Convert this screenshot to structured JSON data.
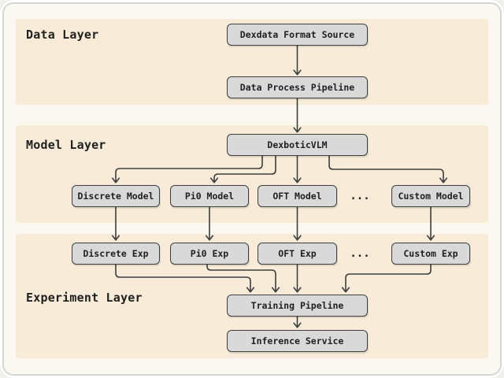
{
  "colors": {
    "canvas": "#faf8f1",
    "frame_border": "#d6d6d1",
    "band": "#f8ecd8",
    "box_fill": "#d9d9d9",
    "box_border": "#3e3e3e",
    "line": "#3e3e3e",
    "text": "#1f1f1f"
  },
  "diagram": {
    "layers": [
      {
        "label": "Data Layer"
      },
      {
        "label": "Model Layer"
      },
      {
        "label": "Experiment Layer"
      }
    ],
    "nodes": {
      "dexdata_format_source": "Dexdata Format Source",
      "data_process_pipeline": "Data Process Pipeline",
      "dexbotic_vlm": "DexboticVLM",
      "discrete_model": "Discrete Model",
      "pi0_model": "Pi0 Model",
      "oft_model": "OFT Model",
      "model_row_ellipsis": "...",
      "custom_model": "Custom Model",
      "discrete_exp": "Discrete Exp",
      "pi0_exp": "Pi0 Exp",
      "oft_exp": "OFT Exp",
      "exp_row_ellipsis": "...",
      "custom_exp": "Custom Exp",
      "training_pipeline": "Training Pipeline",
      "inference_service": "Inference Service"
    }
  }
}
